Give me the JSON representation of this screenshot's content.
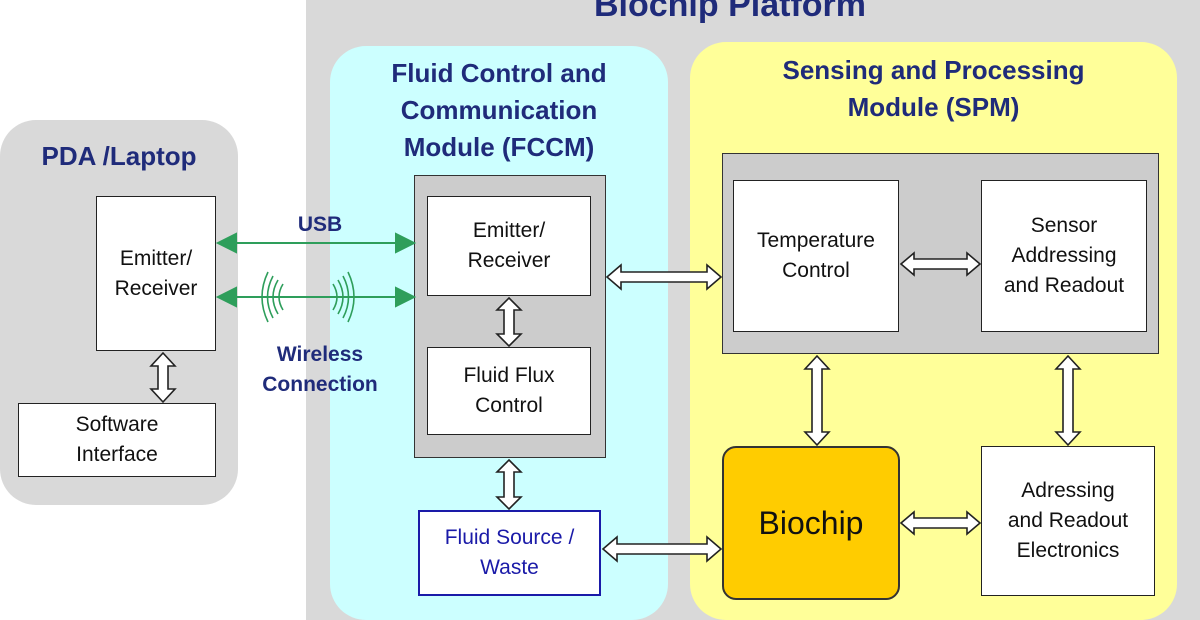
{
  "platform": {
    "title": "Biochip Platform"
  },
  "pda": {
    "title": "PDA /Laptop",
    "emitter": "Emitter/\nReceiver",
    "software": "Software\nInterface"
  },
  "links": {
    "usb": "USB",
    "wireless": "Wireless\nConnection"
  },
  "fccm": {
    "title": "Fluid Control and\nCommunication\nModule (FCCM)",
    "emitter": "Emitter/\nReceiver",
    "flux": "Fluid Flux\nControl",
    "fluid_source": "Fluid Source /\nWaste"
  },
  "spm": {
    "title": "Sensing and Processing\nModule (SPM)",
    "temperature": "Temperature\nControl",
    "sensor": "Sensor\nAddressing\nand Readout",
    "biochip": "Biochip",
    "electronics": "Adressing\nand Readout\nElectronics"
  },
  "colors": {
    "title_blue": "#1f2b7a",
    "arrow_green": "#2e9e5b",
    "fccm_bg": "#ccffff",
    "spm_bg": "#ffff99",
    "platform_bg": "#d9d9d9",
    "biochip_fill": "#ffcc00",
    "fluid_border": "#1a1aa8"
  }
}
